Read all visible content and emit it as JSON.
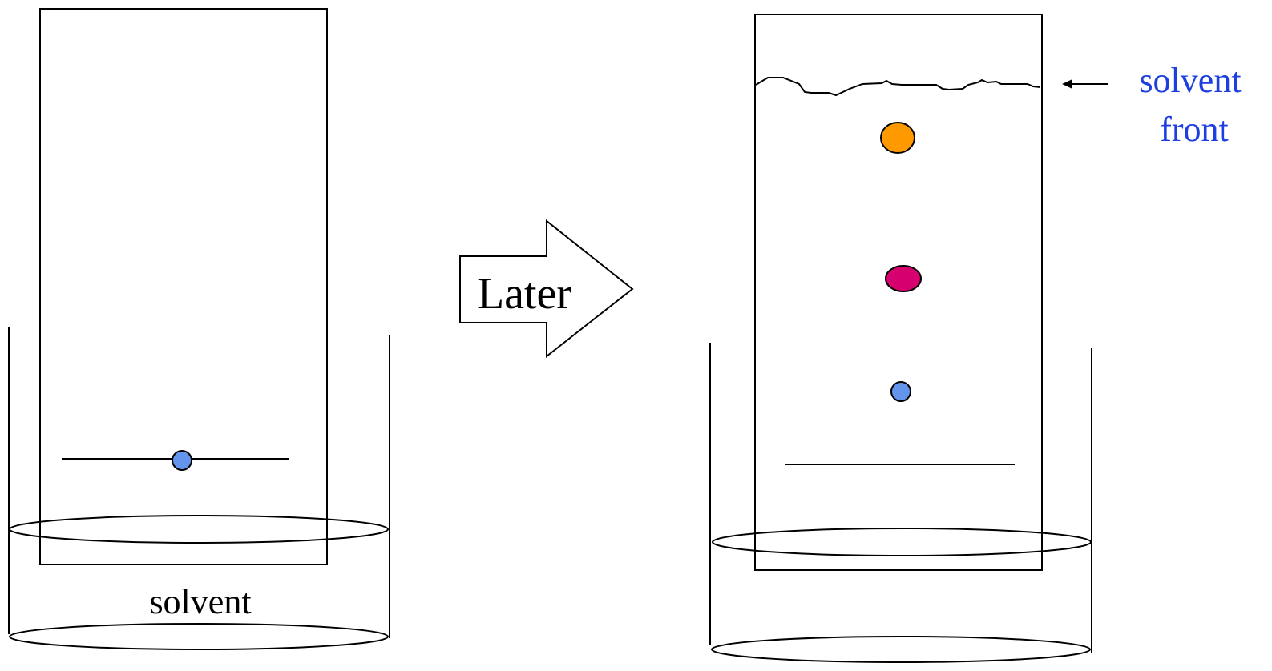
{
  "labels": {
    "solvent": "solvent",
    "later": "Later",
    "front_line1": "solvent",
    "front_line2": "front"
  },
  "colors": {
    "stroke": "#000000",
    "spot_blue": "#6495ED",
    "spot_orange": "#FF9900",
    "spot_magenta": "#D6006E",
    "front_label": "#1D3FE0"
  }
}
